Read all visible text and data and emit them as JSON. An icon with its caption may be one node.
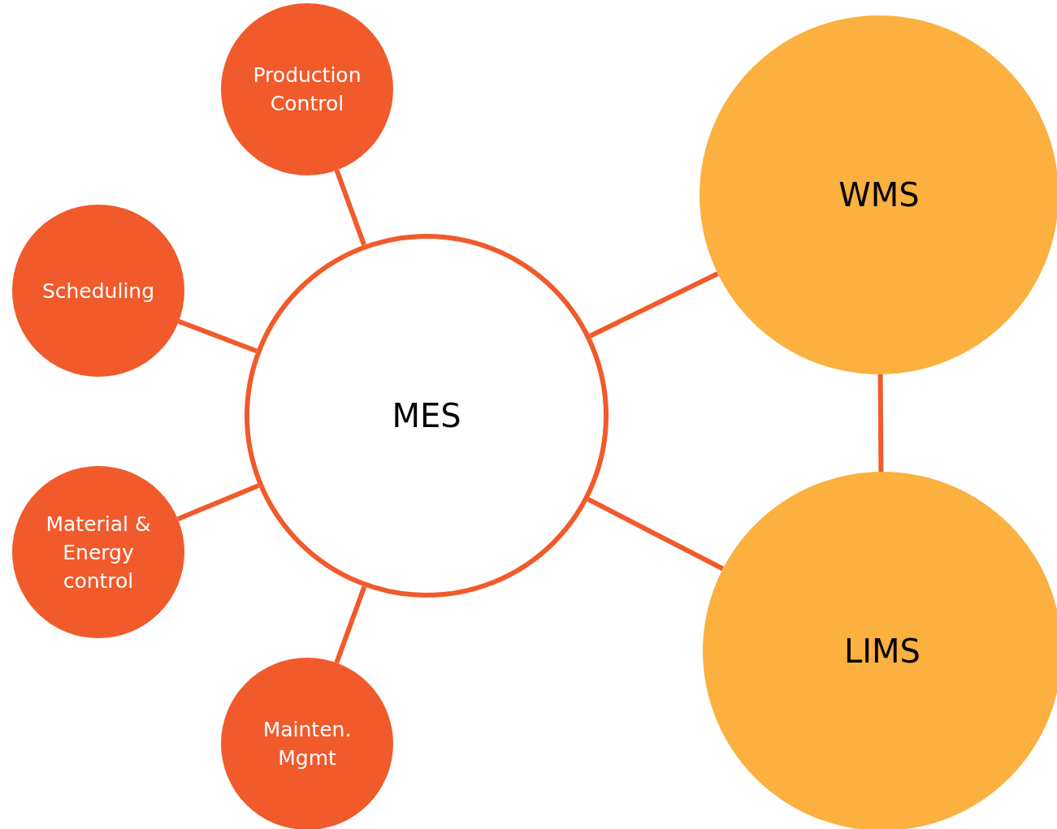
{
  "diagram": {
    "nodes": [
      {
        "text": [
          "Production Control"
        ]
      },
      {
        "text": [
          "Scheduling"
        ]
      },
      {
        "text": [
          "MES"
        ]
      },
      {
        "text": [
          "WMS"
        ]
      },
      {
        "text": [
          "Material & Energy control"
        ]
      },
      {
        "text": [
          "Mainten. Mgmt"
        ]
      },
      {
        "text": [
          "LIMS"
        ]
      }
    ],
    "edges": [
      {
        "from": 0,
        "to": 2,
        "arrow": "none"
      },
      {
        "from": 1,
        "to": 2,
        "arrow": "none"
      },
      {
        "from": 4,
        "to": 2,
        "arrow": "none"
      },
      {
        "from": 5,
        "to": 2,
        "arrow": "none"
      },
      {
        "from": 2,
        "to": 3,
        "arrow": "none"
      },
      {
        "from": 2,
        "to": 6,
        "arrow": "none"
      },
      {
        "from": 3,
        "to": 6,
        "arrow": "none"
      }
    ]
  }
}
